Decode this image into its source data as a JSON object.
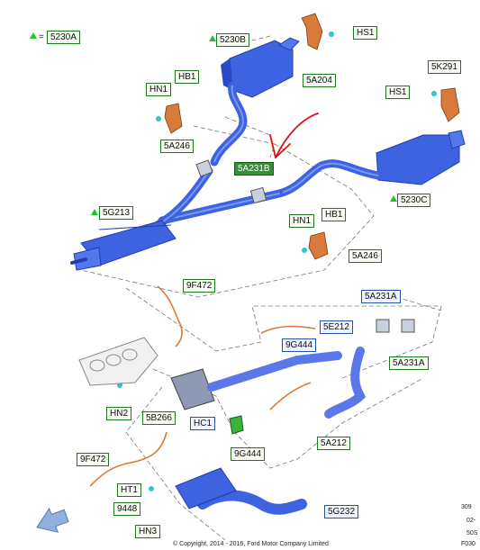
{
  "labels": {
    "l5230A": "5230A",
    "l5230B": "5230B",
    "lHS1a": "HS1",
    "l5A204": "5A204",
    "l5K291": "5K291",
    "lHS1b": "HS1",
    "lHN1a": "HN1",
    "lHB1a": "HB1",
    "l5A246a": "5A246",
    "l5A231B": "5A231B",
    "l5G213": "5G213",
    "l5230C": "5230C",
    "lHN1b": "HN1",
    "lHB1b": "HB1",
    "l5A246b": "5A246",
    "l9F472a": "9F472",
    "l5A231A_top": "5A231A",
    "l5E212": "5E212",
    "l9G444a": "9G444",
    "l5A231A_bot": "5A231A",
    "lHN2": "HN2",
    "l5B266": "5B266",
    "lHC1": "HC1",
    "l9G444b": "9G444",
    "l5A212": "5A212",
    "l9F472b": "9F472",
    "lHT1": "HT1",
    "l9448": "9448",
    "lHN3": "HN3",
    "l5G232": "5G232"
  },
  "legend_equals": "=",
  "footer": {
    "copyright": "© Copyright, 2014 - 2016, Ford Motor Company Limited",
    "ref1": "309",
    "ref2": "02-",
    "ref3": "50S",
    "ref4": "F030"
  },
  "colors": {
    "pipe": "#3d63e0",
    "pipe_dark": "#1f3fb0",
    "bracket": "#d97a3a",
    "label_border": "#1e7a1e",
    "label_border_blue": "#2255aa",
    "annotation": "#e01010"
  }
}
